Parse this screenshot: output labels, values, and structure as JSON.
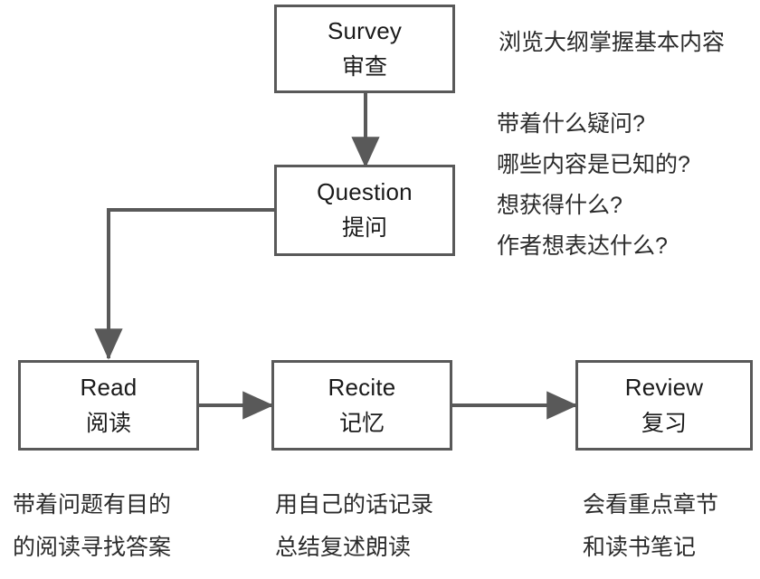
{
  "diagram": {
    "title": "SQ3R Reading Method Flowchart",
    "stroke_color": "#595959",
    "text_color": "#1a1a1a",
    "note_color": "#2b2b2b",
    "background": "#ffffff"
  },
  "nodes": [
    {
      "id": "survey",
      "en": "Survey",
      "zh": "审查"
    },
    {
      "id": "question",
      "en": "Question",
      "zh": "提问"
    },
    {
      "id": "read",
      "en": "Read",
      "zh": "阅读"
    },
    {
      "id": "recite",
      "en": "Recite",
      "zh": "记忆"
    },
    {
      "id": "review",
      "en": "Review",
      "zh": "复习"
    }
  ],
  "notes": {
    "survey": {
      "lines": [
        "浏览大纲掌握基本内容"
      ]
    },
    "question": {
      "lines": [
        "带着什么疑问?",
        "哪些内容是已知的?",
        "想获得什么?",
        "作者想表达什么?"
      ]
    }
  },
  "captions": {
    "read": {
      "lines": [
        "带着问题有目的",
        "的阅读寻找答案"
      ]
    },
    "recite": {
      "lines": [
        "用自己的话记录",
        "总结复述朗读"
      ]
    },
    "review": {
      "lines": [
        "会看重点章节",
        "和读书笔记"
      ]
    }
  },
  "connectors": [
    {
      "id": "survey-to-question",
      "from": "survey",
      "to": "question",
      "style": "vertical-arrow"
    },
    {
      "id": "question-to-read",
      "from": "question",
      "to": "read",
      "style": "elbow-arrow"
    },
    {
      "id": "read-to-recite",
      "from": "read",
      "to": "recite",
      "style": "horizontal-arrow"
    },
    {
      "id": "recite-to-review",
      "from": "recite",
      "to": "review",
      "style": "horizontal-arrow"
    }
  ]
}
